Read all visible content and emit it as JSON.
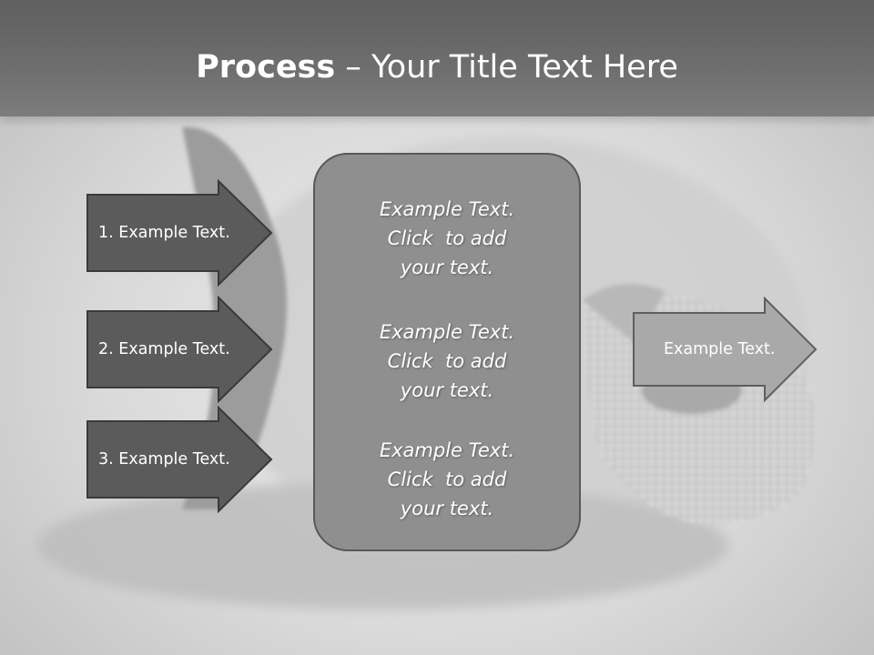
{
  "title": {
    "bold": "Process",
    "rest": " – Your Title Text Here"
  },
  "left_arrows": [
    {
      "label": "1. Example Text."
    },
    {
      "label": "2. Example Text."
    },
    {
      "label": "3. Example Text."
    }
  ],
  "center_blocks": [
    {
      "line1": "Example Text.",
      "line2": "Click  to add",
      "line3": "your text."
    },
    {
      "line1": "Example Text.",
      "line2": "Click  to add",
      "line3": "your text."
    },
    {
      "line1": "Example Text.",
      "line2": "Click  to add",
      "line3": "your text."
    }
  ],
  "right_arrow": {
    "label": "Example Text."
  },
  "colors": {
    "header": "#6b6b6b",
    "left_arrow_fill": "#5b5b5b",
    "center_box_fill": "#8f8f8f",
    "right_arrow_fill": "#a9a9a9",
    "text": "#ffffff"
  }
}
